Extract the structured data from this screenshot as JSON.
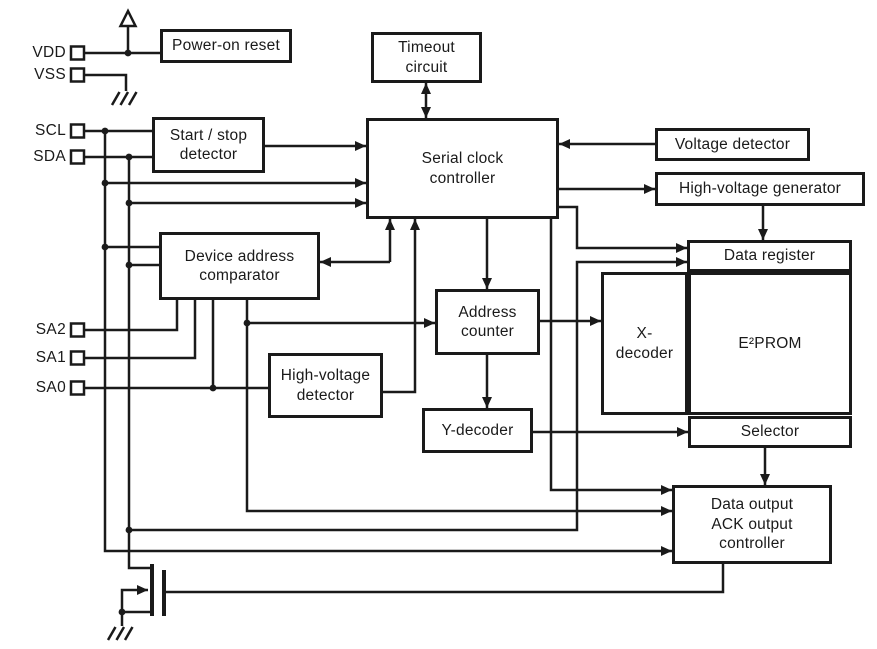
{
  "colors": {
    "line": "#1a1a1a",
    "background": "#ffffff",
    "text": "#1a1a1a"
  },
  "pins": {
    "vdd": {
      "label": "VDD"
    },
    "vss": {
      "label": "VSS"
    },
    "scl": {
      "label": "SCL"
    },
    "sda": {
      "label": "SDA"
    },
    "sa2": {
      "label": "SA2"
    },
    "sa1": {
      "label": "SA1"
    },
    "sa0": {
      "label": "SA0"
    }
  },
  "blocks": {
    "power_on_reset": {
      "label": "Power-on reset"
    },
    "timeout_circuit": {
      "label": "Timeout\ncircuit"
    },
    "start_stop": {
      "label": "Start / stop\ndetector"
    },
    "serial_clock": {
      "label": "Serial clock\ncontroller"
    },
    "voltage_detector": {
      "label": "Voltage detector"
    },
    "hv_generator": {
      "label": "High-voltage generator"
    },
    "data_register": {
      "label": "Data register"
    },
    "x_decoder": {
      "label": "X-\ndecoder"
    },
    "eeprom": {
      "label": "E²PROM"
    },
    "selector": {
      "label": "Selector"
    },
    "dev_addr_comp": {
      "label": "Device address\ncomparator"
    },
    "addr_counter": {
      "label": "Address\ncounter"
    },
    "hv_detector": {
      "label": "High-voltage\ndetector"
    },
    "y_decoder": {
      "label": "Y-decoder"
    },
    "ack_controller": {
      "label": "Data output\nACK output\ncontroller"
    }
  },
  "icons": {
    "supply_triangle": "vdd-supply-arrow",
    "ground_vss": "earth-ground",
    "ground_output": "earth-ground",
    "output_transistor": "nmos-open-drain-transistor"
  }
}
